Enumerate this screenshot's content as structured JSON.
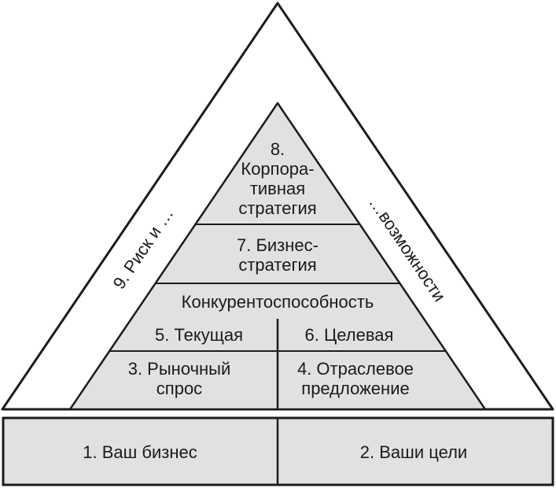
{
  "colors": {
    "background": "#ffffff",
    "shape_fill": "#e1e1e1",
    "stroke": "#1c1c1c",
    "text": "#1a1a1a"
  },
  "pyramid": {
    "level_8": {
      "line1": "8.",
      "line2": "Корпора-",
      "line3": "тивная",
      "line4": "стратегия"
    },
    "level_7": {
      "line1": "7. Бизнес-",
      "line2": "стратегия"
    },
    "competitiveness": "Конкурентоспособность",
    "level_5": "5. Текущая",
    "level_6": "6. Целевая",
    "level_3": {
      "line1": "3. Рыночный",
      "line2": "спрос"
    },
    "level_4": {
      "line1": "4. Отраслевое",
      "line2": "предложение"
    },
    "side_left": "9. Риск и …",
    "side_right": "…возможности"
  },
  "base": {
    "box_1": "1. Ваш бизнес",
    "box_2": "2. Ваши цели"
  }
}
